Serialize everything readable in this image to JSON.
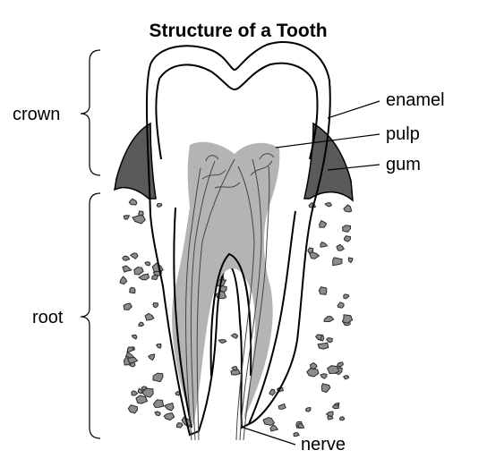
{
  "title": "Structure of a Tooth",
  "labels": {
    "crown": "crown",
    "root": "root",
    "enamel": "enamel",
    "pulp": "pulp",
    "gum": "gum",
    "nerve": "nerve"
  },
  "colors": {
    "gum": "#5a5a5a",
    "pulp": "#b4b4b4",
    "bone": "#8c8c8c",
    "outline": "#000000"
  }
}
